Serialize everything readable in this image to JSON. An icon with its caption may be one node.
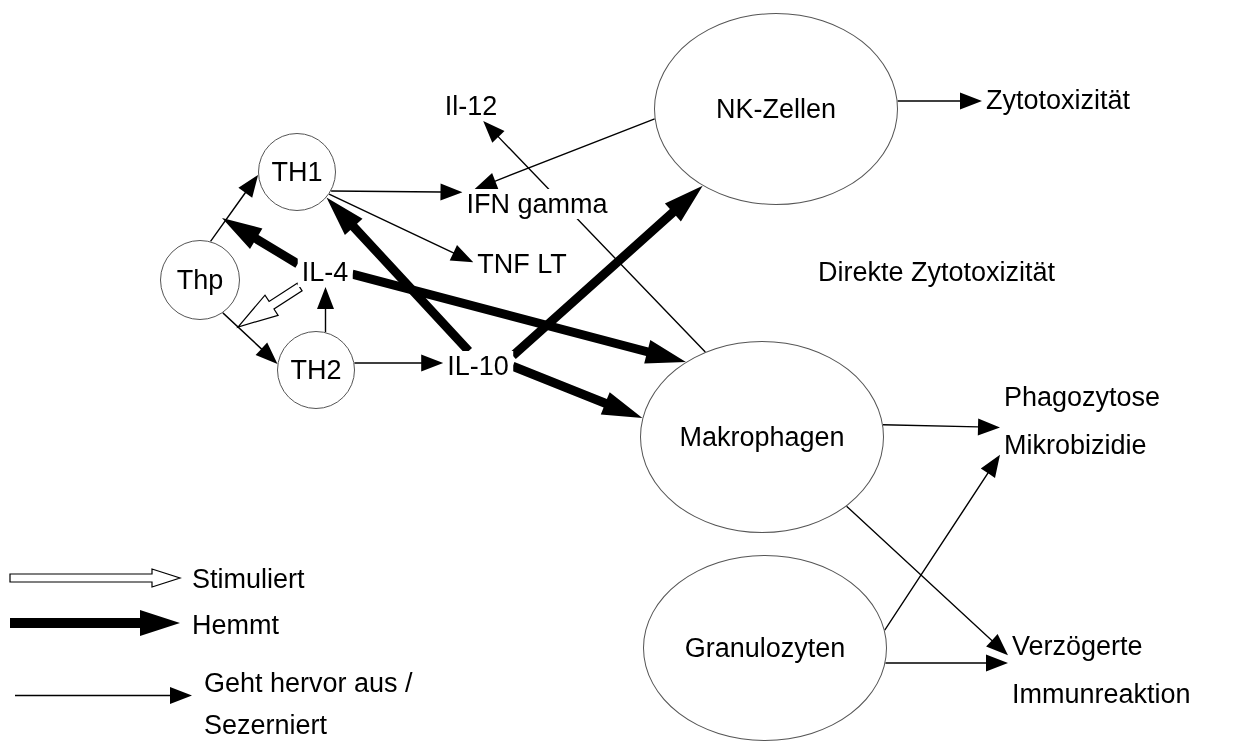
{
  "diagram": {
    "nodes": [
      {
        "text": [
          "Thp"
        ]
      },
      {
        "text": [
          "TH1"
        ]
      },
      {
        "text": [
          "TH2"
        ]
      },
      {
        "text": [
          "IL-4"
        ]
      },
      {
        "text": [
          "IL-10"
        ]
      },
      {
        "text": [
          "Il-12"
        ]
      },
      {
        "text": [
          "IFN gamma"
        ]
      },
      {
        "text": [
          "TNF LT"
        ]
      },
      {
        "text": [
          "NK-Zellen"
        ]
      },
      {
        "text": [
          "Zytotoxizität"
        ]
      },
      {
        "text": [
          "Makrophagen"
        ]
      },
      {
        "text": [
          "Granulozyten"
        ]
      },
      {
        "text": [
          "Phagozytose Mikrobizidie"
        ]
      },
      {
        "text": [
          "Verzögerte Immunreaktion"
        ]
      }
    ],
    "edges": [
      {
        "from": 0,
        "to": 1,
        "arrow": "to"
      },
      {
        "from": 3,
        "to": null,
        "arrow": "to",
        "style": "thick"
      },
      {
        "from": 3,
        "to": null,
        "arrow": "to",
        "style": "thick",
        "color": "#ffffff"
      },
      {
        "from": 0,
        "to": 2,
        "arrow": "to"
      },
      {
        "from": 2,
        "to": 3,
        "arrow": "to"
      },
      {
        "from": 1,
        "to": 6,
        "arrow": "to"
      },
      {
        "from": 1,
        "to": 7,
        "arrow": "to"
      },
      {
        "from": 4,
        "to": 1,
        "arrow": "to",
        "style": "thick"
      },
      {
        "from": 3,
        "to": 10,
        "arrow": "to",
        "style": "thick"
      },
      {
        "from": 4,
        "to": 8,
        "arrow": "to",
        "style": "thick"
      },
      {
        "from": 4,
        "to": 10,
        "arrow": "to",
        "style": "thick"
      },
      {
        "from": 2,
        "to": 4,
        "arrow": "to"
      },
      {
        "from": 10,
        "to": 5,
        "arrow": "to"
      },
      {
        "from": 8,
        "to": 6,
        "arrow": "to"
      },
      {
        "from": 8,
        "to": 9,
        "arrow": "to"
      },
      {
        "from": 10,
        "to": 12,
        "arrow": "to"
      },
      {
        "from": 10,
        "to": 13,
        "arrow": "to"
      },
      {
        "from": 11,
        "to": 12,
        "arrow": "to"
      },
      {
        "from": 11,
        "to": 13,
        "arrow": "to"
      }
    ],
    "labels": [
      "Direkte Zytotoxizität"
    ],
    "legend": [
      {
        "text": "Stimuliert"
      },
      {
        "text": "Hemmt"
      },
      {
        "text": "Geht hervor aus / Sezerniert"
      }
    ]
  }
}
